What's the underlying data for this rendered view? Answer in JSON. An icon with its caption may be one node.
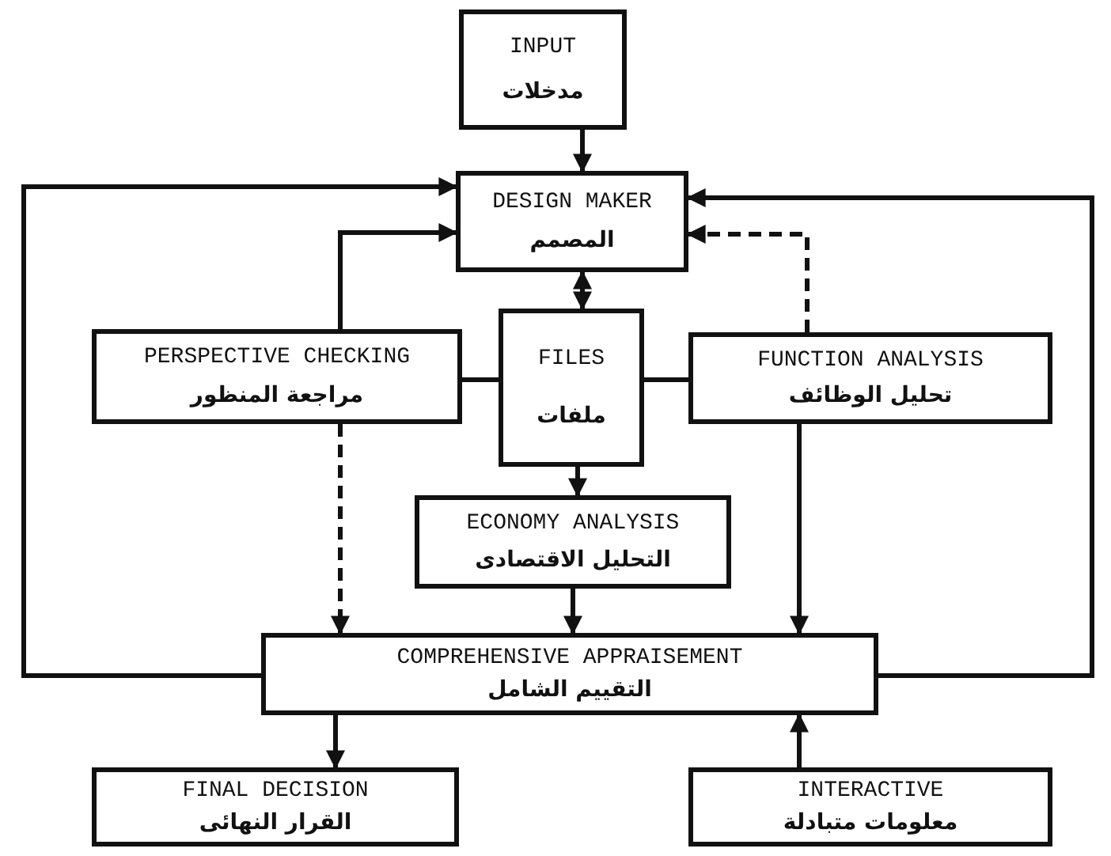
{
  "diagram": {
    "nodes": [
      {
        "text": [
          "INPUT",
          "مدخلات"
        ]
      },
      {
        "text": [
          "DESIGN MAKER",
          "المصمم"
        ]
      },
      {
        "text": [
          "FILES",
          "ملفات"
        ]
      },
      {
        "text": [
          "PERSPECTIVE CHECKING",
          "مراجعة المنظور"
        ]
      },
      {
        "text": [
          "FUNCTION ANALYSIS",
          "تحليل الوظائف"
        ]
      },
      {
        "text": [
          "ECONOMY ANALYSIS",
          "التحليل الاقتصادى"
        ]
      },
      {
        "text": [
          "COMPREHENSIVE APPRAISEMENT",
          "التقييم الشامل"
        ]
      },
      {
        "text": [
          "FINAL DECISION",
          "القرار النهائى"
        ]
      },
      {
        "text": [
          "INTERACTIVE",
          "معلومات متبادلة"
        ]
      }
    ],
    "edges": [
      {
        "from": 0,
        "to": 1,
        "arrow": "to"
      },
      {
        "from": 6,
        "to": 1,
        "arrow": "to"
      },
      {
        "from": 6,
        "to": 1,
        "arrow": "to"
      },
      {
        "from": 3,
        "to": 1,
        "arrow": "to"
      },
      {
        "from": 4,
        "to": 1,
        "arrow": "to",
        "style": "dashed"
      },
      {
        "from": 1,
        "to": 2,
        "arrow": "both"
      },
      {
        "from": 3,
        "to": 2,
        "arrow": "none"
      },
      {
        "from": 2,
        "to": 4,
        "arrow": "none"
      },
      {
        "from": 2,
        "to": 5,
        "arrow": "to"
      },
      {
        "from": 3,
        "to": 6,
        "arrow": "to",
        "style": "dashed"
      },
      {
        "from": 5,
        "to": 6,
        "arrow": "to"
      },
      {
        "from": 4,
        "to": 6,
        "arrow": "to"
      },
      {
        "from": 6,
        "to": 7,
        "arrow": "to"
      },
      {
        "from": 8,
        "to": 6,
        "arrow": "to"
      }
    ]
  }
}
